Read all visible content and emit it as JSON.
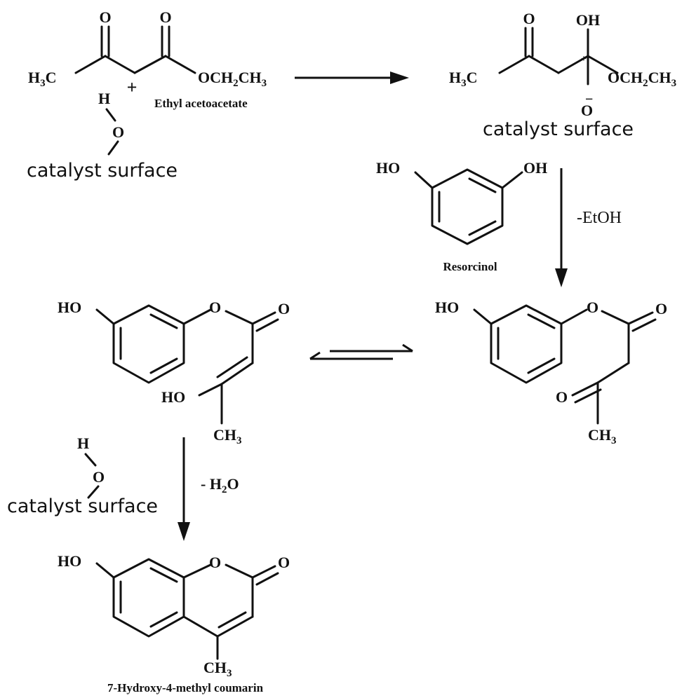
{
  "labels": {
    "o": "O",
    "oh": "OH",
    "ho": "HO",
    "h": "H",
    "c_h3": "C",
    "h3c_h": "H",
    "h3c_c": "C",
    "n3": "3",
    "n2": "2",
    "och2ch3_oc": "OC",
    "och2ch3_h": "H",
    "och2ch3_ch": "CH",
    "och_trunc": "OCH",
    "ch_trunc": "CH",
    "plus": "+",
    "o_minus": "O",
    "minus": "−",
    "dot": "+"
  },
  "names": {
    "ethyl_acetoacetate": "Ethyl acetoacetate",
    "resorcinol": "Resorcinol",
    "coumarin": "7-Hydroxy-4-methyl coumarin"
  },
  "catalyst_surface": "catalyst surface",
  "reagents": {
    "etoh": "-EtOH",
    "h2o_prefix": "- H",
    "h2o_sub": "2",
    "h2o_suffix": "O"
  }
}
